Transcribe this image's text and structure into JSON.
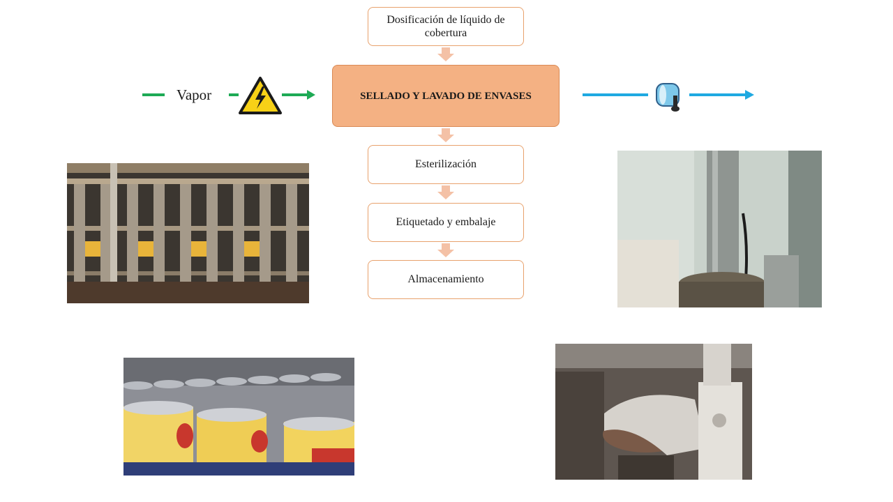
{
  "flow": {
    "steps": {
      "dosing": "Dosificación de líquido de cobertura",
      "sealing": "SELLADO Y LAVADO DE ENVASES",
      "sterilization": "Esterilización",
      "labeling": "Etiquetado y embalaje",
      "storage": "Almacenamiento"
    },
    "input_label": "Vapor",
    "input_icon": "electric-hazard-icon",
    "output_icon": "water-tank-icon"
  },
  "colors": {
    "main_box": "#f4b183",
    "box_border": "#e8a16c",
    "step_arrow": "#f4c1a6",
    "input_line": "#1eaa55",
    "output_line": "#1fa9e1"
  }
}
